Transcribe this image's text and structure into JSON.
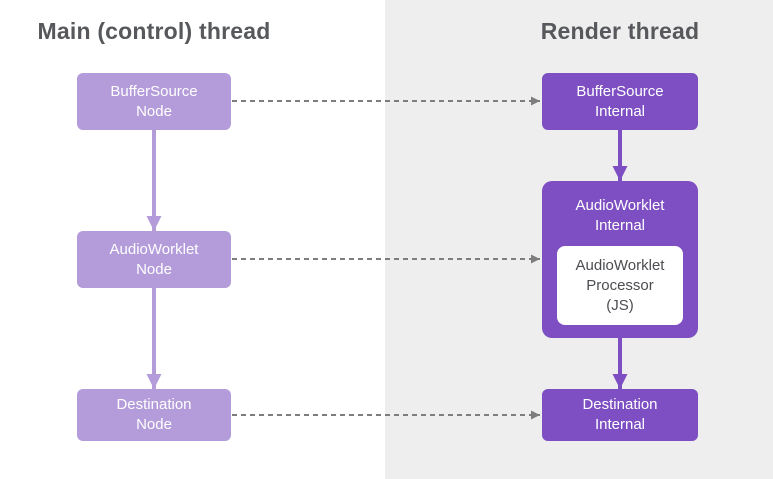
{
  "theme": {
    "light_purple": "#b39cd9",
    "dark_purple": "#7d4fc2",
    "panel_gray": "#eeeeee",
    "heading_gray": "#56585c",
    "dashed_gray": "#7d7d7d",
    "node_text": "#ffffff",
    "processor_text": "#4b4d51",
    "background": "#ffffff"
  },
  "main_thread": {
    "heading": "Main (control) thread",
    "nodes": [
      {
        "label": "BufferSource\nNode"
      },
      {
        "label": "AudioWorklet\nNode"
      },
      {
        "label": "Destination\nNode"
      }
    ]
  },
  "render_thread": {
    "heading": "Render thread",
    "nodes": [
      {
        "label": "BufferSource\nInternal"
      },
      {
        "label": "AudioWorklet\nInternal",
        "child": {
          "label": "AudioWorklet\nProcessor\n(JS)"
        }
      },
      {
        "label": "Destination\nInternal"
      }
    ]
  },
  "edges": [
    {
      "from": "BufferSource Node",
      "to": "AudioWorklet Node",
      "style": "solid"
    },
    {
      "from": "AudioWorklet Node",
      "to": "Destination Node",
      "style": "solid"
    },
    {
      "from": "BufferSource Internal",
      "to": "AudioWorklet Internal",
      "style": "solid"
    },
    {
      "from": "AudioWorklet Internal",
      "to": "Destination Internal",
      "style": "solid"
    },
    {
      "from": "BufferSource Node",
      "to": "BufferSource Internal",
      "style": "dashed"
    },
    {
      "from": "AudioWorklet Node",
      "to": "AudioWorklet Internal",
      "style": "dashed"
    },
    {
      "from": "Destination Node",
      "to": "Destination Internal",
      "style": "dashed"
    }
  ]
}
